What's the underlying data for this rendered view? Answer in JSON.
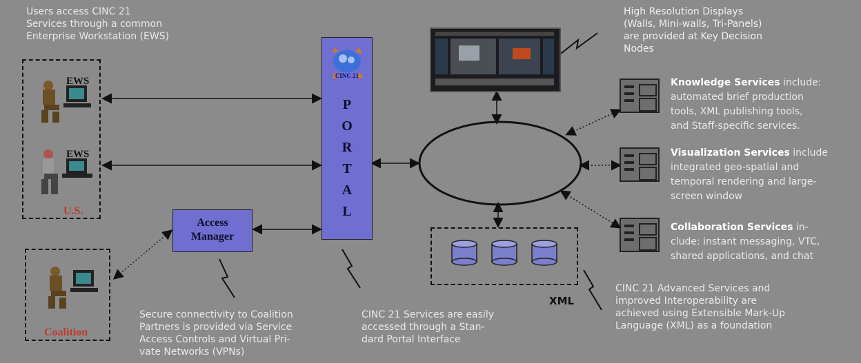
{
  "intro_text": "Users access CINC 21\nServices through a common\nEnterprise Workstation (EWS)",
  "ews_label_1": "EWS",
  "ews_label_2": "EWS",
  "us_label": "U.S.",
  "coalition_label": "Coalition",
  "access_manager_label": "Access\nManager",
  "portal_letters": [
    "P",
    "O",
    "R",
    "T",
    "A",
    "L"
  ],
  "cinc_logo_text": "CINC 21",
  "displays_text": "High Resolution Displays\n(Walls, Mini-walls, Tri-Panels)\nare provided at Key Decision\nNodes",
  "services": [
    {
      "title": "Knowledge Services",
      "desc": " include:\nautomated brief production\ntools, XML publishing tools,\nand Staff-specific services."
    },
    {
      "title": "Visualization Services",
      "desc": " include\nintegrated geo-spatial and\ntemporal rendering and large-\nscreen window"
    },
    {
      "title": "Collaboration Services",
      "desc": " in-\nclude: instant messaging, VTC,\nshared applications, and chat"
    }
  ],
  "xml_label": "XML",
  "coalition_text": "Secure connectivity to Coalition\nPartners  is provided via Service\nAccess Controls and Virtual Pri-\nvate Networks (VPNs)",
  "portal_text": "CINC 21 Services are easily\naccessed through a Stan-\ndard Portal Interface",
  "advanced_text": "CINC 21 Advanced Services and\nimproved Interoperability are\nachieved using Extensible Mark-Up\nLanguage (XML) as a foundation",
  "colors": {
    "background": "#8b8b8b",
    "portal": "#6e6fd0",
    "text": "#e9e9e9",
    "us_label": "#c0392b"
  }
}
